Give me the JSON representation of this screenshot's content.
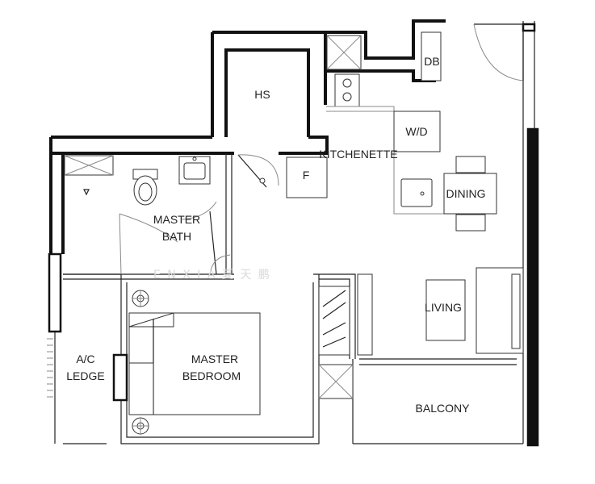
{
  "rooms": {
    "hs": "HS",
    "kitchenette": "KITCHENETTE",
    "wd": "W/D",
    "db": "DB",
    "f": "F",
    "dining": "DINING",
    "master_bath_line1": "MASTER",
    "master_bath_line2": "BATH",
    "living": "LIVING",
    "ac_ledge_line1": "A/C",
    "ac_ledge_line2": "LEDGE",
    "master_bedroom_line1": "MASTER",
    "master_bedroom_line2": "BEDROOM",
    "balcony": "BALCONY"
  },
  "watermark": "E  N  X  I  A      夏  天  鹏"
}
